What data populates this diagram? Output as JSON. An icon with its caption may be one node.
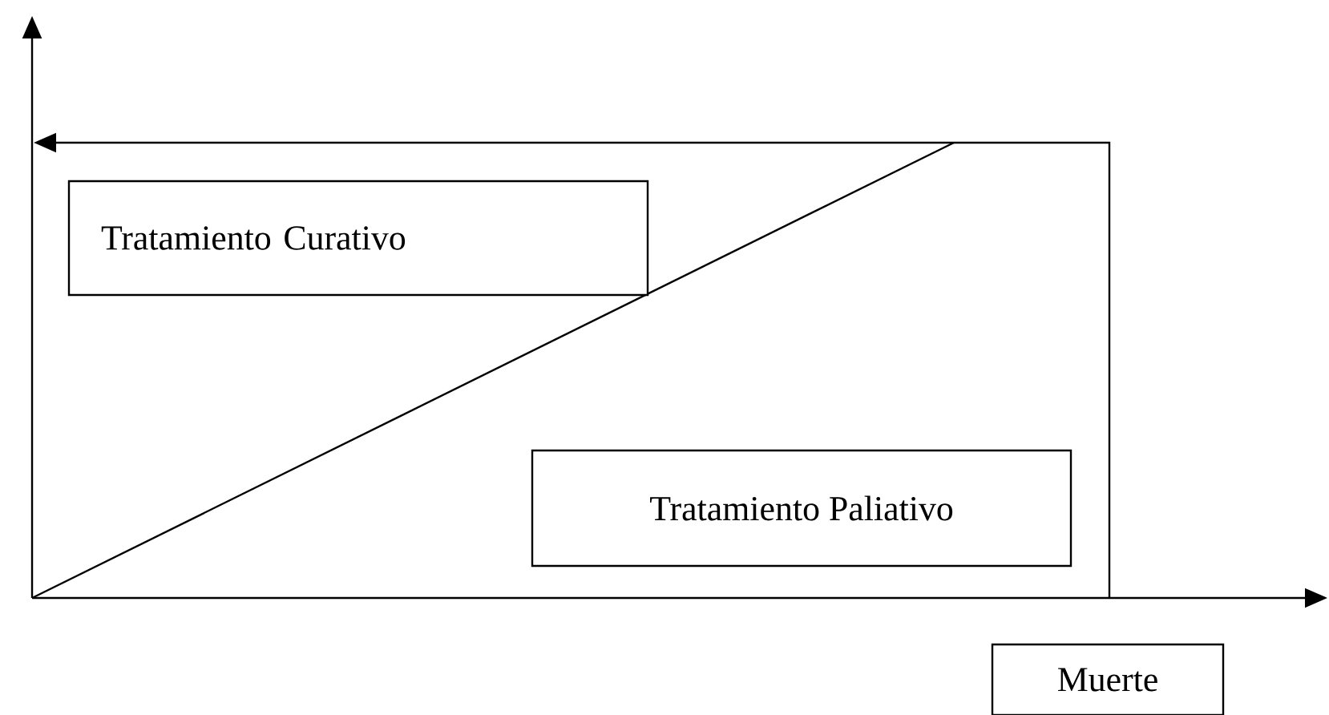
{
  "diagram": {
    "nodes": [
      {
        "text": [
          "Tratamiento Curativo"
        ]
      },
      {
        "text": [
          "Tratamiento Paliativo"
        ]
      },
      {
        "text": [
          "Muerte"
        ]
      }
    ]
  }
}
